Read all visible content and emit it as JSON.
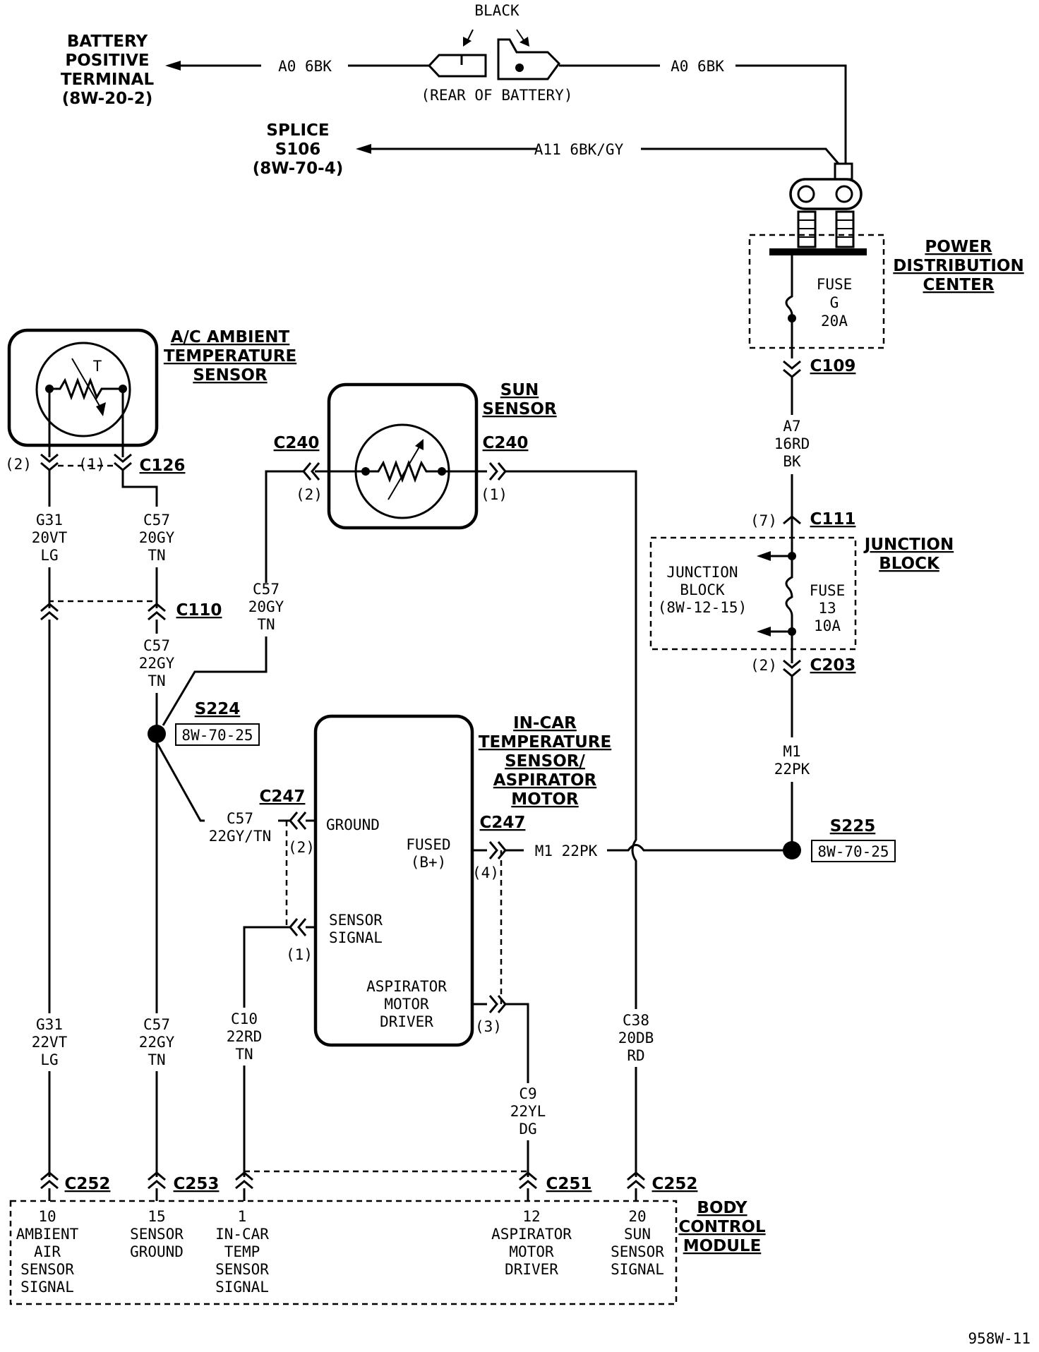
{
  "top": {
    "battery_positive": [
      "BATTERY",
      "POSITIVE",
      "TERMINAL",
      "(8W-20-2)"
    ],
    "wire_a0_left": "A0 6BK",
    "wire_a0_right": "A0 6BK",
    "black": "BLACK",
    "rear_of_battery": "(REAR OF BATTERY)",
    "splice_s106": [
      "SPLICE",
      "S106",
      "(8W-70-4)"
    ],
    "wire_a11": "A11 6BK/GY"
  },
  "pdc": {
    "title": [
      "POWER",
      "DISTRIBUTION",
      "CENTER"
    ],
    "fuse": [
      "FUSE",
      "G",
      "20A"
    ],
    "c109": "C109",
    "wire_a7": [
      "A7",
      "16RD",
      "BK"
    ],
    "c111": "C111",
    "c111_pin": "(7)"
  },
  "junction_block": {
    "title": [
      "JUNCTION",
      "BLOCK"
    ],
    "inner": [
      "JUNCTION",
      "BLOCK",
      "(8W-12-15)"
    ],
    "fuse": [
      "FUSE",
      "13",
      "10A"
    ],
    "c203": "C203",
    "c203_pin": "(2)",
    "wire_m1": [
      "M1",
      "22PK"
    ],
    "s225": "S225",
    "s225_ref": "8W-70-25"
  },
  "ambient_sensor": {
    "title": [
      "A/C AMBIENT",
      "TEMPERATURE",
      "SENSOR"
    ],
    "t": "T",
    "c126": "C126",
    "pin2": "(2)",
    "pin1": "(1)",
    "wire_g31_top": [
      "G31",
      "20VT",
      "LG"
    ],
    "wire_c57_top": [
      "C57",
      "20GY",
      "TN"
    ],
    "c110": "C110",
    "wire_c57_mid": [
      "C57",
      "22GY",
      "TN"
    ],
    "s224": "S224",
    "s224_ref": "8W-70-25"
  },
  "sun_sensor": {
    "title": [
      "SUN",
      "SENSOR"
    ],
    "c240_left": "C240",
    "c240_right": "C240",
    "pin2": "(2)",
    "pin1": "(1)",
    "wire_c57": [
      "C57",
      "20GY",
      "TN"
    ]
  },
  "incar": {
    "title": [
      "IN-CAR",
      "TEMPERATURE",
      "SENSOR/",
      "ASPIRATOR",
      "MOTOR"
    ],
    "ground": "GROUND",
    "fused": [
      "FUSED",
      "(B+)"
    ],
    "sensor_signal": [
      "SENSOR",
      "SIGNAL"
    ],
    "aspirator": [
      "ASPIRATOR",
      "MOTOR",
      "DRIVER"
    ],
    "c247_left": "C247",
    "c247_right": "C247",
    "pin2": "(2)",
    "pin1": "(1)",
    "pin4": "(4)",
    "pin3": "(3)",
    "wire_c57_ground": [
      "C57",
      "22GY/TN"
    ],
    "wire_m1": "M1 22PK"
  },
  "lower_wires": {
    "g31": [
      "G31",
      "22VT",
      "LG"
    ],
    "c57": [
      "C57",
      "22GY",
      "TN"
    ],
    "c10": [
      "C10",
      "22RD",
      "TN"
    ],
    "c9": [
      "C9",
      "22YL",
      "DG"
    ],
    "c38": [
      "C38",
      "20DB",
      "RD"
    ]
  },
  "bcm": {
    "title": [
      "BODY",
      "CONTROL",
      "MODULE"
    ],
    "c252_left": "C252",
    "c253": "C253",
    "c251": "C251",
    "c252_right": "C252",
    "pin10": [
      "10",
      "AMBIENT",
      "AIR",
      "SENSOR",
      "SIGNAL"
    ],
    "pin15": [
      "15",
      "SENSOR",
      "GROUND"
    ],
    "pin1": [
      "1",
      "IN-CAR",
      "TEMP",
      "SENSOR",
      "SIGNAL"
    ],
    "pin12": [
      "12",
      "ASPIRATOR",
      "MOTOR",
      "DRIVER"
    ],
    "pin20": [
      "20",
      "SUN",
      "SENSOR",
      "SIGNAL"
    ]
  },
  "figure_id": "958W-11"
}
